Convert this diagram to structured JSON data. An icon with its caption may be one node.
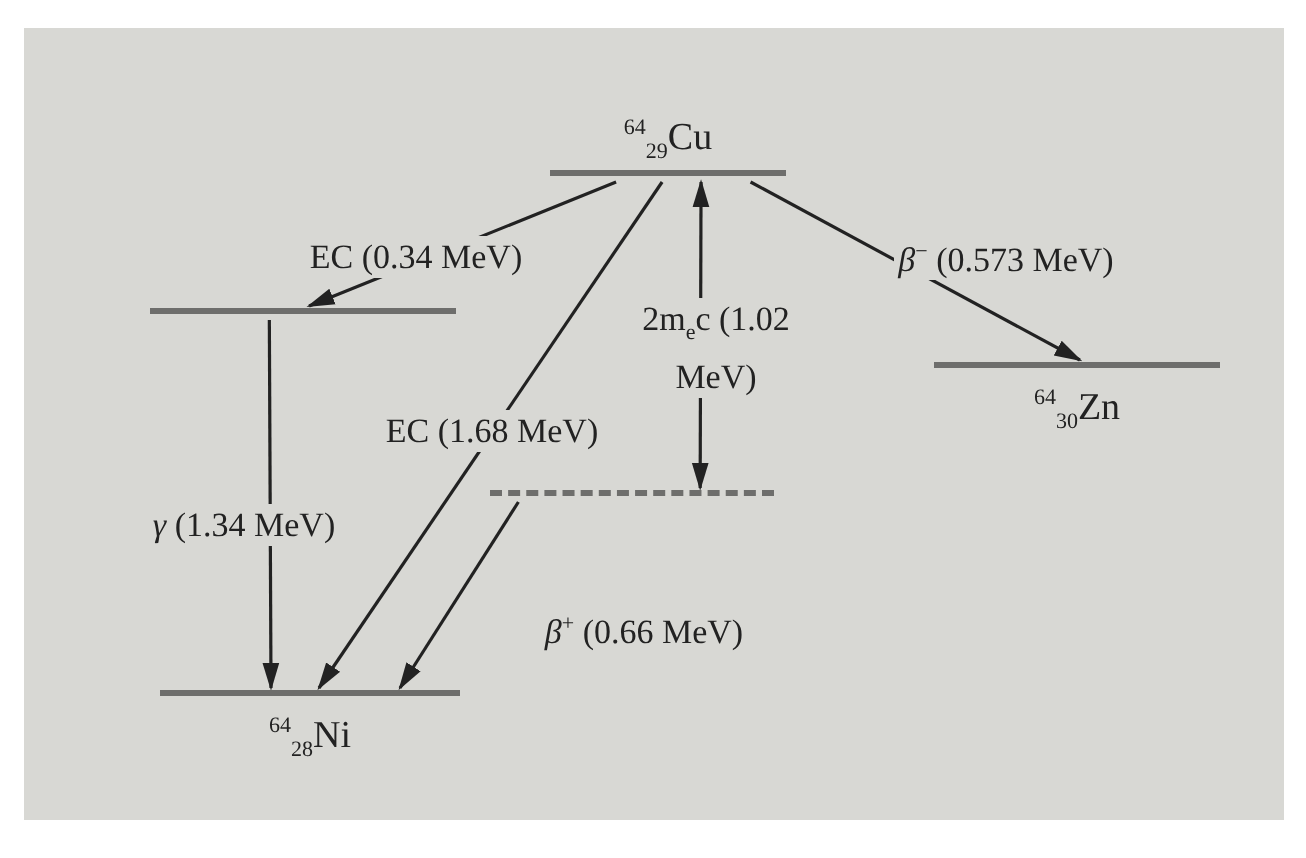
{
  "diagram": {
    "nodes": [
      {
        "text": [
          "$^{64}$$_{29}$Cu"
        ]
      },
      {
        "text": [],
        "shape": "bar"
      },
      {
        "text": [],
        "shape": "bar"
      },
      {
        "text": [
          "$^{64}$$_{30}$Zn"
        ]
      },
      {
        "text": [
          "$^{64}$$_{28}$Ni"
        ]
      }
    ],
    "edges": [
      {
        "from": 0,
        "to": 1,
        "arrow": "to",
        "label": "EC (0.34 MeV)"
      },
      {
        "from": 0,
        "to": 4,
        "arrow": "to",
        "label": "EC (1.68 MeV)"
      },
      {
        "from": 0,
        "to": 2,
        "arrow": "both",
        "label": "2m$_{e}$c (1.02 MeV)"
      },
      {
        "from": 0,
        "to": 3,
        "arrow": "to",
        "label": "*β*$^{−}$ (0.573 MeV)"
      },
      {
        "from": 1,
        "to": 4,
        "arrow": "to",
        "label": "*γ* (1.34 MeV)"
      },
      {
        "from": 2,
        "to": 4,
        "arrow": "to",
        "label": "*β*$^{+}$ (0.66 MeV)"
      }
    ]
  }
}
